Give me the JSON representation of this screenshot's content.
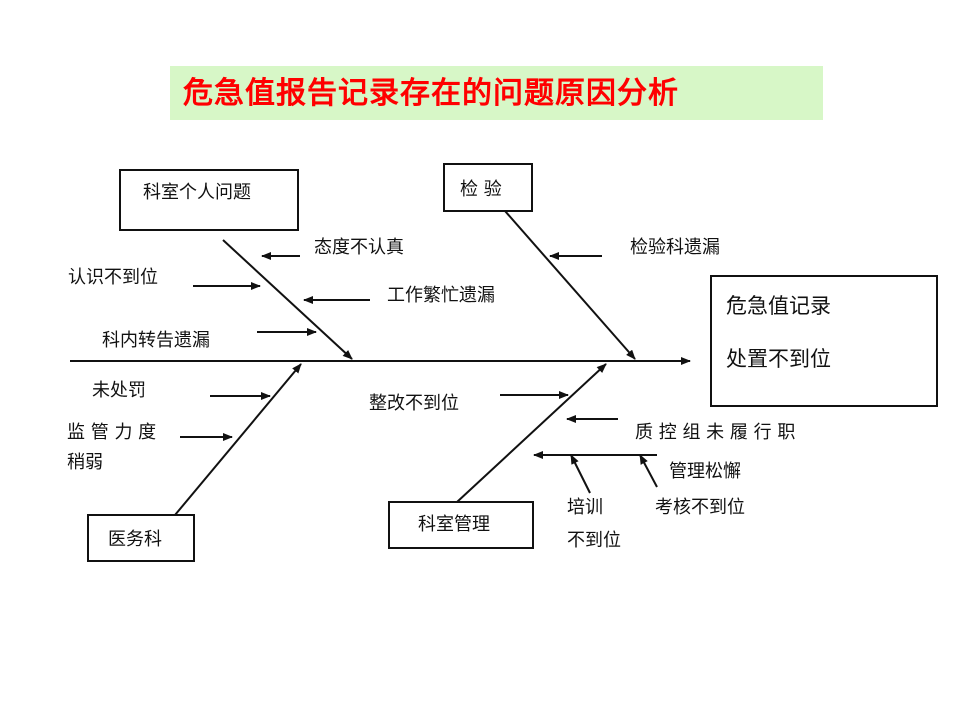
{
  "title": "危急值报告记录存在的问题原因分析",
  "colors": {
    "title_text": "#ff0000",
    "title_background": "#d7f7c7",
    "line": "#111111"
  },
  "head": {
    "line1": "危急值记录",
    "line2": "处置不到位"
  },
  "categories": {
    "personal": "科室个人问题",
    "lab": "检 验",
    "medical_affairs": "医务科",
    "dept_management": "科室管理"
  },
  "causes": {
    "attitude": "态度不认真",
    "recognition": "认识不到位",
    "busy_omission": "工作繁忙遗漏",
    "transfer_omission": "科内转告遗漏",
    "lab_omission": "检验科遗漏",
    "no_punishment": "未处罚",
    "weak_supervision_1": "监 管 力 度",
    "weak_supervision_2": "稍弱",
    "rectification": "整改不到位",
    "qc_group": "质 控 组 未 履 行 职",
    "loose_management": "管理松懈",
    "assessment": "考核不到位",
    "training_1": "培训",
    "training_2": "不到位"
  }
}
